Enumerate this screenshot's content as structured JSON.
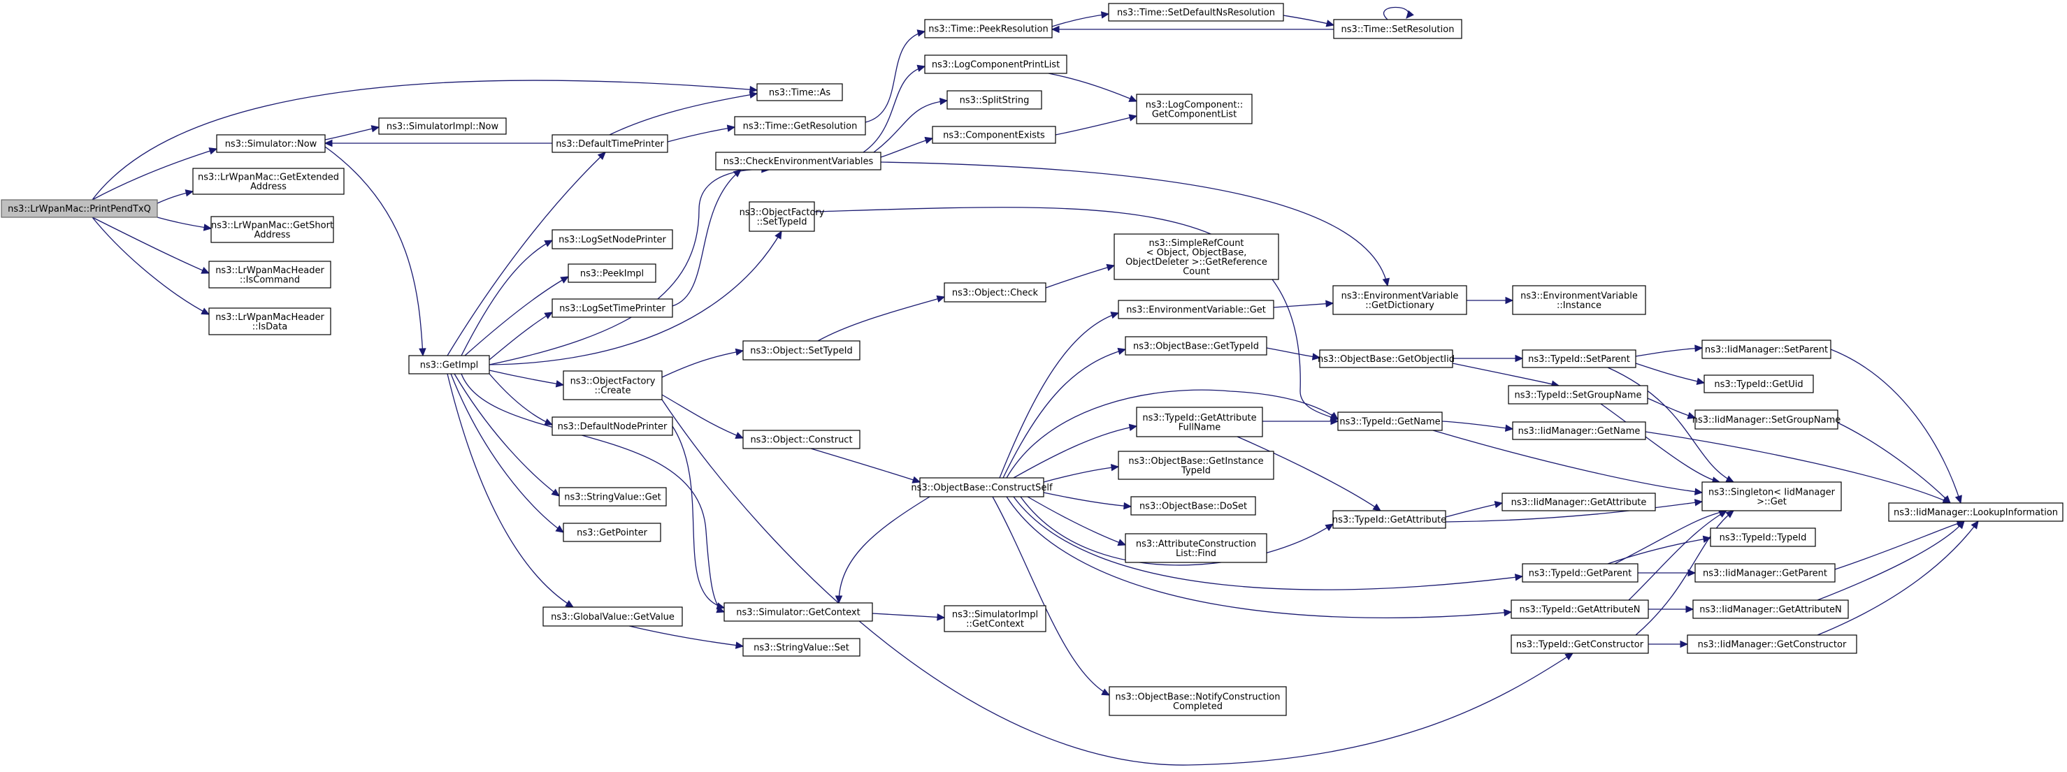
{
  "graph": {
    "root": "ns3::LrWpanMac::PrintPendTxQ",
    "edge_color": "#191970",
    "root_fill": "#bfbfbf",
    "nodes": [
      {
        "id": "root",
        "lines": [
          "ns3::LrWpanMac::PrintPendTxQ"
        ]
      },
      {
        "id": "simNow",
        "lines": [
          "ns3::Simulator::Now"
        ]
      },
      {
        "id": "getExt",
        "lines": [
          "ns3::LrWpanMac::GetExtended",
          "Address"
        ]
      },
      {
        "id": "getShort",
        "lines": [
          "ns3::LrWpanMac::GetShort",
          "Address"
        ]
      },
      {
        "id": "isCmd",
        "lines": [
          "ns3::LrWpanMacHeader",
          "::IsCommand"
        ]
      },
      {
        "id": "isData",
        "lines": [
          "ns3::LrWpanMacHeader",
          "::IsData"
        ]
      },
      {
        "id": "simImplNow",
        "lines": [
          "ns3::SimulatorImpl::Now"
        ]
      },
      {
        "id": "getImpl",
        "lines": [
          "ns3::GetImpl"
        ]
      },
      {
        "id": "timeAs",
        "lines": [
          "ns3::Time::As"
        ]
      },
      {
        "id": "defTime",
        "lines": [
          "ns3::DefaultTimePrinter"
        ]
      },
      {
        "id": "getRes",
        "lines": [
          "ns3::Time::GetResolution"
        ]
      },
      {
        "id": "peekRes",
        "lines": [
          "ns3::Time::PeekResolution"
        ]
      },
      {
        "id": "setDefNs",
        "lines": [
          "ns3::Time::SetDefaultNsResolution"
        ]
      },
      {
        "id": "setRes",
        "lines": [
          "ns3::Time::SetResolution"
        ]
      },
      {
        "id": "logCompPrint",
        "lines": [
          "ns3::LogComponentPrintList"
        ]
      },
      {
        "id": "splitString",
        "lines": [
          "ns3::SplitString"
        ]
      },
      {
        "id": "compExists",
        "lines": [
          "ns3::ComponentExists"
        ]
      },
      {
        "id": "checkEnv",
        "lines": [
          "ns3::CheckEnvironmentVariables"
        ]
      },
      {
        "id": "getCompList",
        "lines": [
          "ns3::LogComponent::",
          "GetComponentList"
        ]
      },
      {
        "id": "ofSetTypeId",
        "lines": [
          "ns3::ObjectFactory",
          "::SetTypeId"
        ]
      },
      {
        "id": "logSetNode",
        "lines": [
          "ns3::LogSetNodePrinter"
        ]
      },
      {
        "id": "peekImpl",
        "lines": [
          "ns3::PeekImpl"
        ]
      },
      {
        "id": "logSetTime",
        "lines": [
          "ns3::LogSetTimePrinter"
        ]
      },
      {
        "id": "simpleRef",
        "lines": [
          "ns3::SimpleRefCount",
          "< Object, ObjectBase,",
          "ObjectDeleter >::GetReference",
          "Count"
        ]
      },
      {
        "id": "objCheck",
        "lines": [
          "ns3::Object::Check"
        ]
      },
      {
        "id": "envGetDict",
        "lines": [
          "ns3::EnvironmentVariable",
          "::GetDictionary"
        ]
      },
      {
        "id": "envInstance",
        "lines": [
          "ns3::EnvironmentVariable",
          "::Instance"
        ]
      },
      {
        "id": "envGet",
        "lines": [
          "ns3::EnvironmentVariable::Get"
        ]
      },
      {
        "id": "objSetTypeId",
        "lines": [
          "ns3::Object::SetTypeId"
        ]
      },
      {
        "id": "ofCreate",
        "lines": [
          "ns3::ObjectFactory",
          "::Create"
        ]
      },
      {
        "id": "obGetTypeId",
        "lines": [
          "ns3::ObjectBase::GetTypeId"
        ]
      },
      {
        "id": "obGetObjectIid",
        "lines": [
          "ns3::ObjectBase::GetObjectIid"
        ]
      },
      {
        "id": "tidSetParent",
        "lines": [
          "ns3::TypeId::SetParent"
        ]
      },
      {
        "id": "iidSetParent",
        "lines": [
          "ns3::IidManager::SetParent"
        ]
      },
      {
        "id": "tidGetUid",
        "lines": [
          "ns3::TypeId::GetUid"
        ]
      },
      {
        "id": "tidSetGroup",
        "lines": [
          "ns3::TypeId::SetGroupName"
        ]
      },
      {
        "id": "iidSetGroup",
        "lines": [
          "ns3::IidManager::SetGroupName"
        ]
      },
      {
        "id": "defNode",
        "lines": [
          "ns3::DefaultNodePrinter"
        ]
      },
      {
        "id": "objConstruct",
        "lines": [
          "ns3::Object::Construct"
        ]
      },
      {
        "id": "tidGetAttrFull",
        "lines": [
          "ns3::TypeId::GetAttribute",
          "FullName"
        ]
      },
      {
        "id": "tidGetName",
        "lines": [
          "ns3::TypeId::GetName"
        ]
      },
      {
        "id": "iidGetName",
        "lines": [
          "ns3::IidManager::GetName"
        ]
      },
      {
        "id": "obGetInst",
        "lines": [
          "ns3::ObjectBase::GetInstance",
          "TypeId"
        ]
      },
      {
        "id": "obConstructSelf",
        "lines": [
          "ns3::ObjectBase::ConstructSelf"
        ]
      },
      {
        "id": "singleton",
        "lines": [
          "ns3::Singleton< IidManager",
          ">::Get"
        ]
      },
      {
        "id": "lookupInfo",
        "lines": [
          "ns3::IidManager::LookupInformation"
        ]
      },
      {
        "id": "strGet",
        "lines": [
          "ns3::StringValue::Get"
        ]
      },
      {
        "id": "obDoSet",
        "lines": [
          "ns3::ObjectBase::DoSet"
        ]
      },
      {
        "id": "iidGetAttr",
        "lines": [
          "ns3::IidManager::GetAttribute"
        ]
      },
      {
        "id": "tidGetAttr",
        "lines": [
          "ns3::TypeId::GetAttribute"
        ]
      },
      {
        "id": "getPointer",
        "lines": [
          "ns3::GetPointer"
        ]
      },
      {
        "id": "acFind",
        "lines": [
          "ns3::AttributeConstruction",
          "List::Find"
        ]
      },
      {
        "id": "tidTypeId",
        "lines": [
          "ns3::TypeId::TypeId"
        ]
      },
      {
        "id": "tidGetParent",
        "lines": [
          "ns3::TypeId::GetParent"
        ]
      },
      {
        "id": "iidGetParent",
        "lines": [
          "ns3::IidManager::GetParent"
        ]
      },
      {
        "id": "globalGet",
        "lines": [
          "ns3::GlobalValue::GetValue"
        ]
      },
      {
        "id": "simGetCtx",
        "lines": [
          "ns3::Simulator::GetContext"
        ]
      },
      {
        "id": "simImplGetCtx",
        "lines": [
          "ns3::SimulatorImpl",
          "::GetContext"
        ]
      },
      {
        "id": "tidGetAttrN",
        "lines": [
          "ns3::TypeId::GetAttributeN"
        ]
      },
      {
        "id": "iidGetAttrN",
        "lines": [
          "ns3::IidManager::GetAttributeN"
        ]
      },
      {
        "id": "strSet",
        "lines": [
          "ns3::StringValue::Set"
        ]
      },
      {
        "id": "tidGetCtor",
        "lines": [
          "ns3::TypeId::GetConstructor"
        ]
      },
      {
        "id": "iidGetCtor",
        "lines": [
          "ns3::IidManager::GetConstructor"
        ]
      },
      {
        "id": "obNotify",
        "lines": [
          "ns3::ObjectBase::NotifyConstruction",
          "Completed"
        ]
      }
    ]
  }
}
